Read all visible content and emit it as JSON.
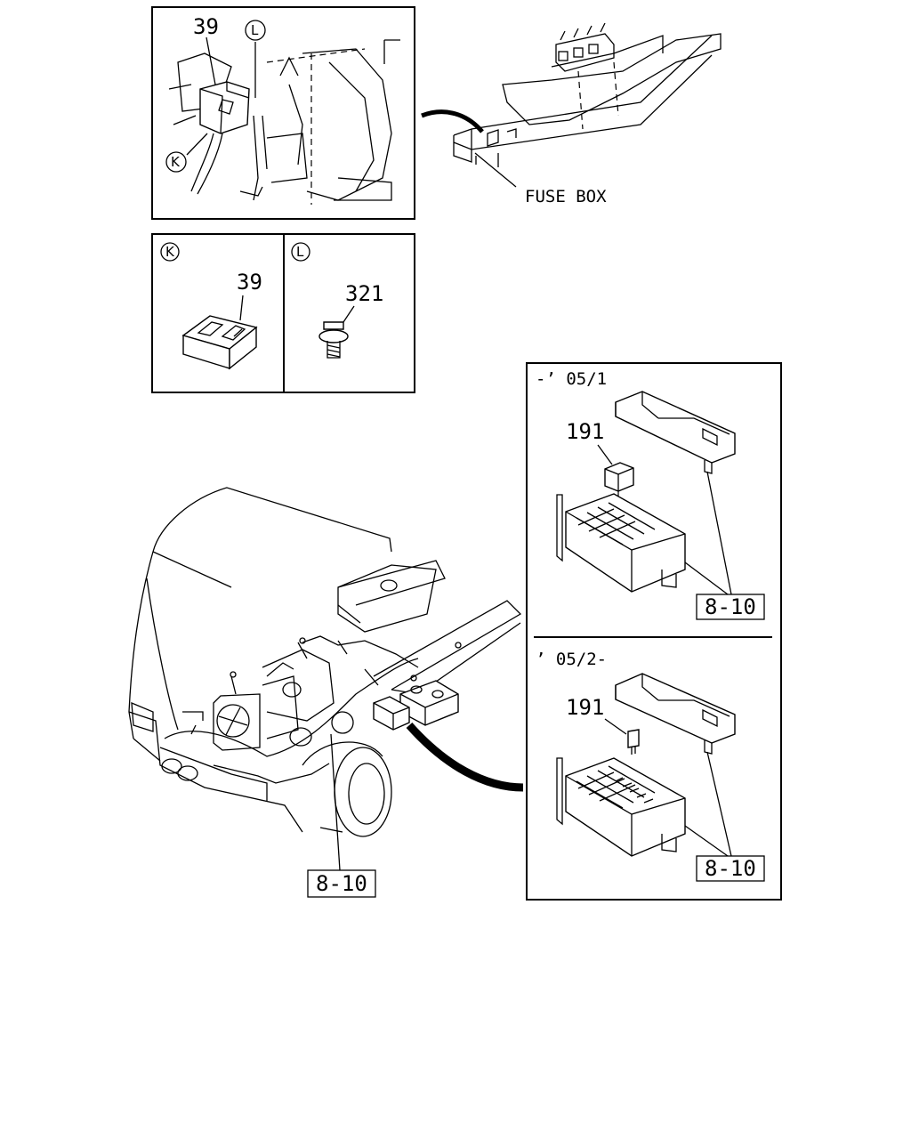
{
  "callouts": {
    "top_left_part": "39",
    "circle_l_top": "L",
    "circle_k_top": "K",
    "fuse_box": "FUSE BOX",
    "k_panel_circle": "K",
    "k_panel_part": "39",
    "l_panel_circle": "L",
    "l_panel_part": "321"
  },
  "right_panel": {
    "upper_range": "-’ 05/1",
    "upper_part": "191",
    "upper_ref": "8-10",
    "lower_range": "’ 05/2-",
    "lower_part": "191",
    "lower_ref": "8-10"
  },
  "main_ref": "8-10"
}
